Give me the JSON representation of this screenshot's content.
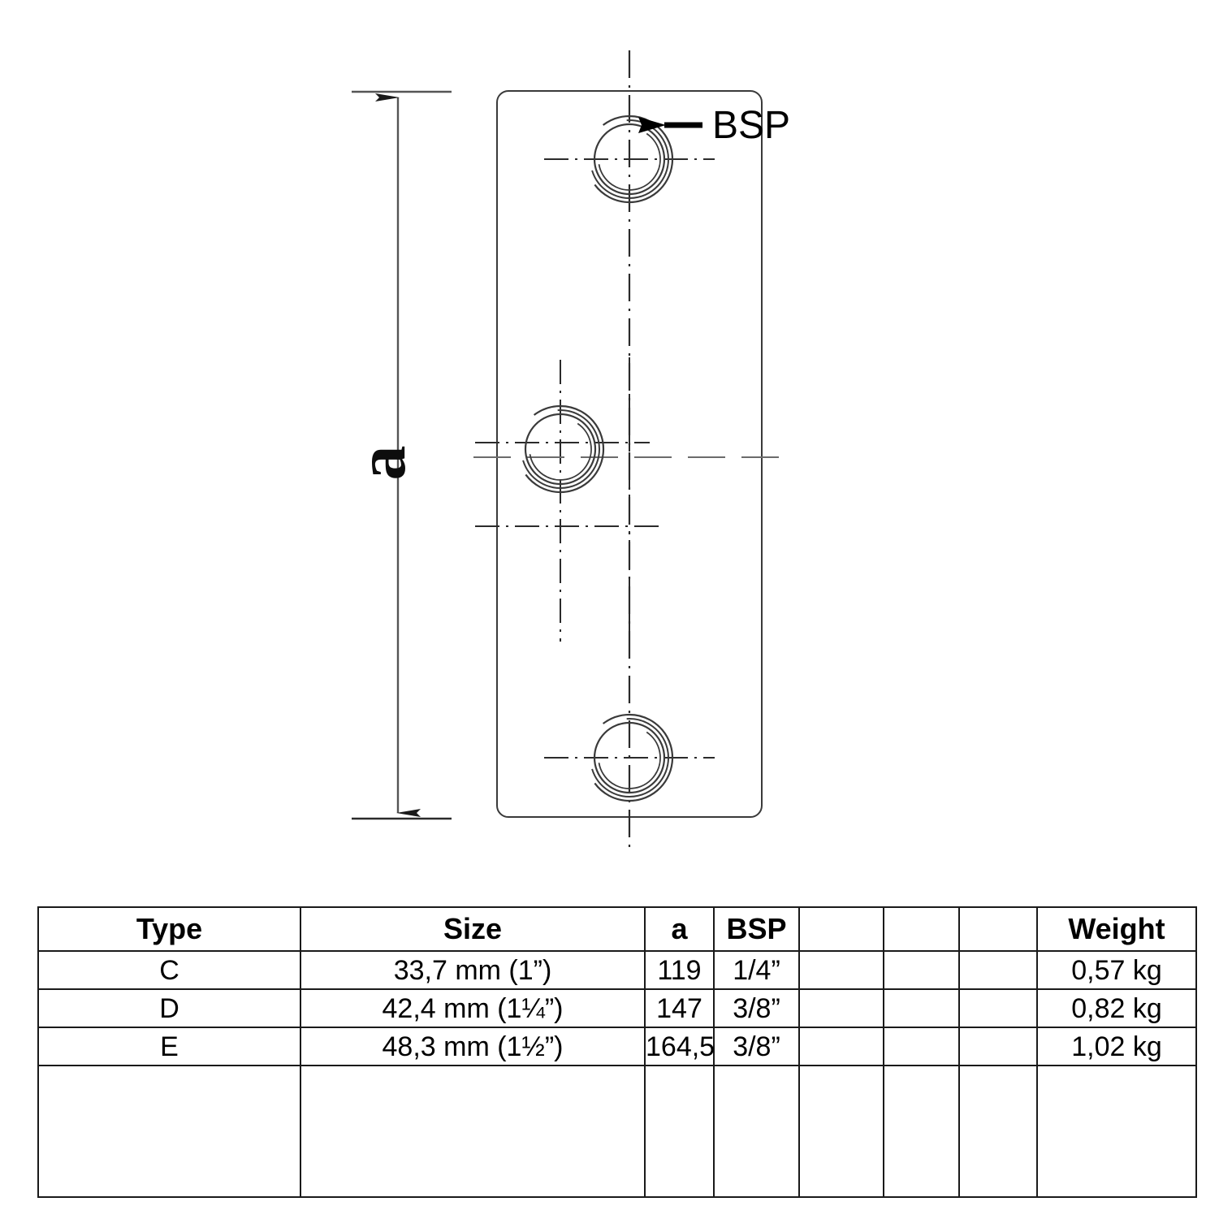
{
  "drawing": {
    "dimension_label": "a",
    "callout_label": "BSP",
    "description": "Technical drawing of a three-hole tube connector plate, front view with threaded BSP port callout"
  },
  "table": {
    "headers": [
      "Type",
      "Size",
      "a",
      "BSP",
      "",
      "",
      "",
      "Weight"
    ],
    "rows": [
      {
        "type": "C",
        "size": "33,7 mm (1”)",
        "a": "119",
        "bsp": "1/4”",
        "x1": "",
        "x2": "",
        "x3": "",
        "weight": "0,57 kg"
      },
      {
        "type": "D",
        "size": "42,4 mm (1¼”)",
        "a": "147",
        "bsp": "3/8”",
        "x1": "",
        "x2": "",
        "x3": "",
        "weight": "0,82 kg"
      },
      {
        "type": "E",
        "size": "48,3 mm (1½”)",
        "a": "164,5",
        "bsp": "3/8”",
        "x1": "",
        "x2": "",
        "x3": "",
        "weight": "1,02 kg"
      }
    ]
  },
  "colors": {
    "line": "#1a1a1a",
    "thin_line": "#4d4d4d",
    "text": "#000000",
    "background": "#ffffff"
  }
}
